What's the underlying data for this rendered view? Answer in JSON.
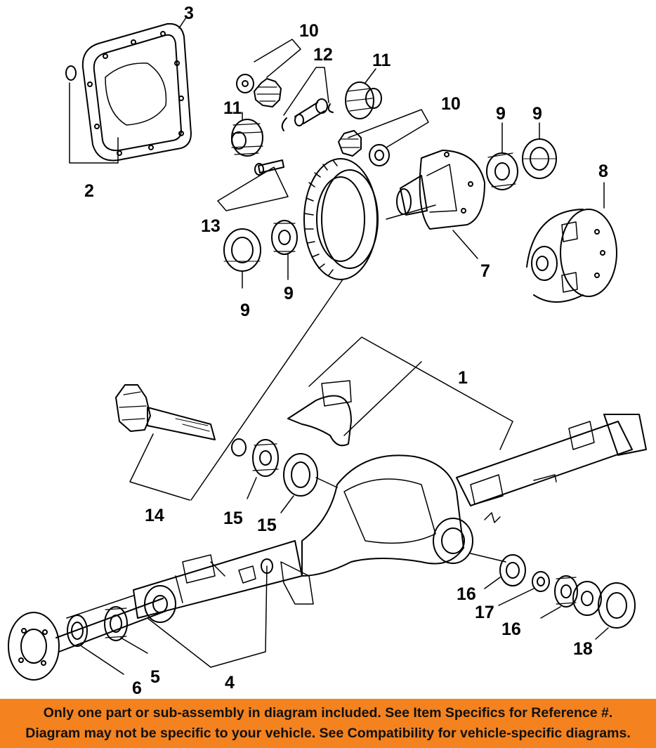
{
  "callouts": [
    {
      "id": "c3",
      "text": "3"
    },
    {
      "id": "c2",
      "text": "2"
    },
    {
      "id": "c10a",
      "text": "10"
    },
    {
      "id": "c12",
      "text": "12"
    },
    {
      "id": "c11a",
      "text": "11"
    },
    {
      "id": "c11b",
      "text": "11"
    },
    {
      "id": "c10b",
      "text": "10"
    },
    {
      "id": "c9a",
      "text": "9"
    },
    {
      "id": "c9b",
      "text": "9"
    },
    {
      "id": "c8",
      "text": "8"
    },
    {
      "id": "c13",
      "text": "13"
    },
    {
      "id": "c9c",
      "text": "9"
    },
    {
      "id": "c9d",
      "text": "9"
    },
    {
      "id": "c7",
      "text": "7"
    },
    {
      "id": "c1",
      "text": "1"
    },
    {
      "id": "c14",
      "text": "14"
    },
    {
      "id": "c15a",
      "text": "15"
    },
    {
      "id": "c15b",
      "text": "15"
    },
    {
      "id": "c16a",
      "text": "16"
    },
    {
      "id": "c17",
      "text": "17"
    },
    {
      "id": "c16b",
      "text": "16"
    },
    {
      "id": "c18",
      "text": "18"
    },
    {
      "id": "c6",
      "text": "6"
    },
    {
      "id": "c5",
      "text": "5"
    },
    {
      "id": "c4",
      "text": "4"
    }
  ],
  "banner": {
    "line1": "Only one part or sub-assembly in diagram included. See Item Specifics for Reference #.",
    "line2": "Diagram may not be specific to your vehicle. See Compatibility for vehicle-specific diagrams.",
    "background": "#f4821f"
  }
}
